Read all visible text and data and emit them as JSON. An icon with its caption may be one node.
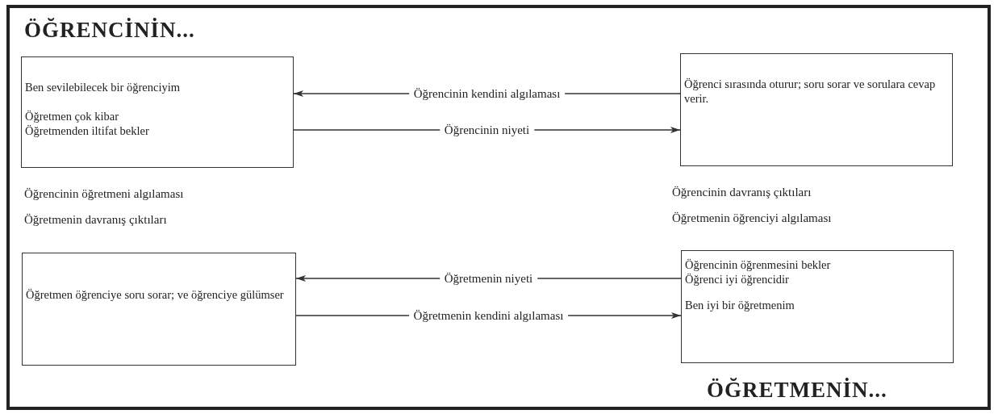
{
  "diagram": {
    "title": "ÖĞRENCİNİN...",
    "nodes": [
      {
        "text": [
          "Ben sevilebilecek bir öğrenciyim",
          "Öğretmen çok kibar",
          "Öğretmenden iltifat bekler"
        ]
      },
      {
        "text": [
          "Öğrenci sırasında oturur; soru sorar ve sorulara cevap verir."
        ]
      },
      {
        "text": [
          "Öğretmen öğrenciye soru sorar; ve öğrenciye gülümser"
        ]
      },
      {
        "text": [
          "Öğrencinin öğrenmesini bekler",
          "Öğrenci iyi öğrencidir",
          "Ben iyi bir öğretmenim"
        ]
      }
    ],
    "edges": [
      {
        "from": 1,
        "to": 0,
        "arrow": "to",
        "label": "Öğrencinin kendini algılaması"
      },
      {
        "from": 0,
        "to": 1,
        "arrow": "to",
        "label": "Öğrencinin niyeti"
      },
      {
        "from": 3,
        "to": 2,
        "arrow": "to",
        "label": "Öğretmenin niyeti"
      },
      {
        "from": 2,
        "to": 3,
        "arrow": "to",
        "label": "Öğretmenin kendini algılaması"
      }
    ],
    "labels": [
      "Öğrencinin öğretmeni algılaması",
      "Öğrencinin davranış çıktıları",
      "Öğretmenin davranış çıktıları",
      "Öğretmenin öğrenciyi algılaması",
      "ÖĞRETMENİN..."
    ]
  }
}
